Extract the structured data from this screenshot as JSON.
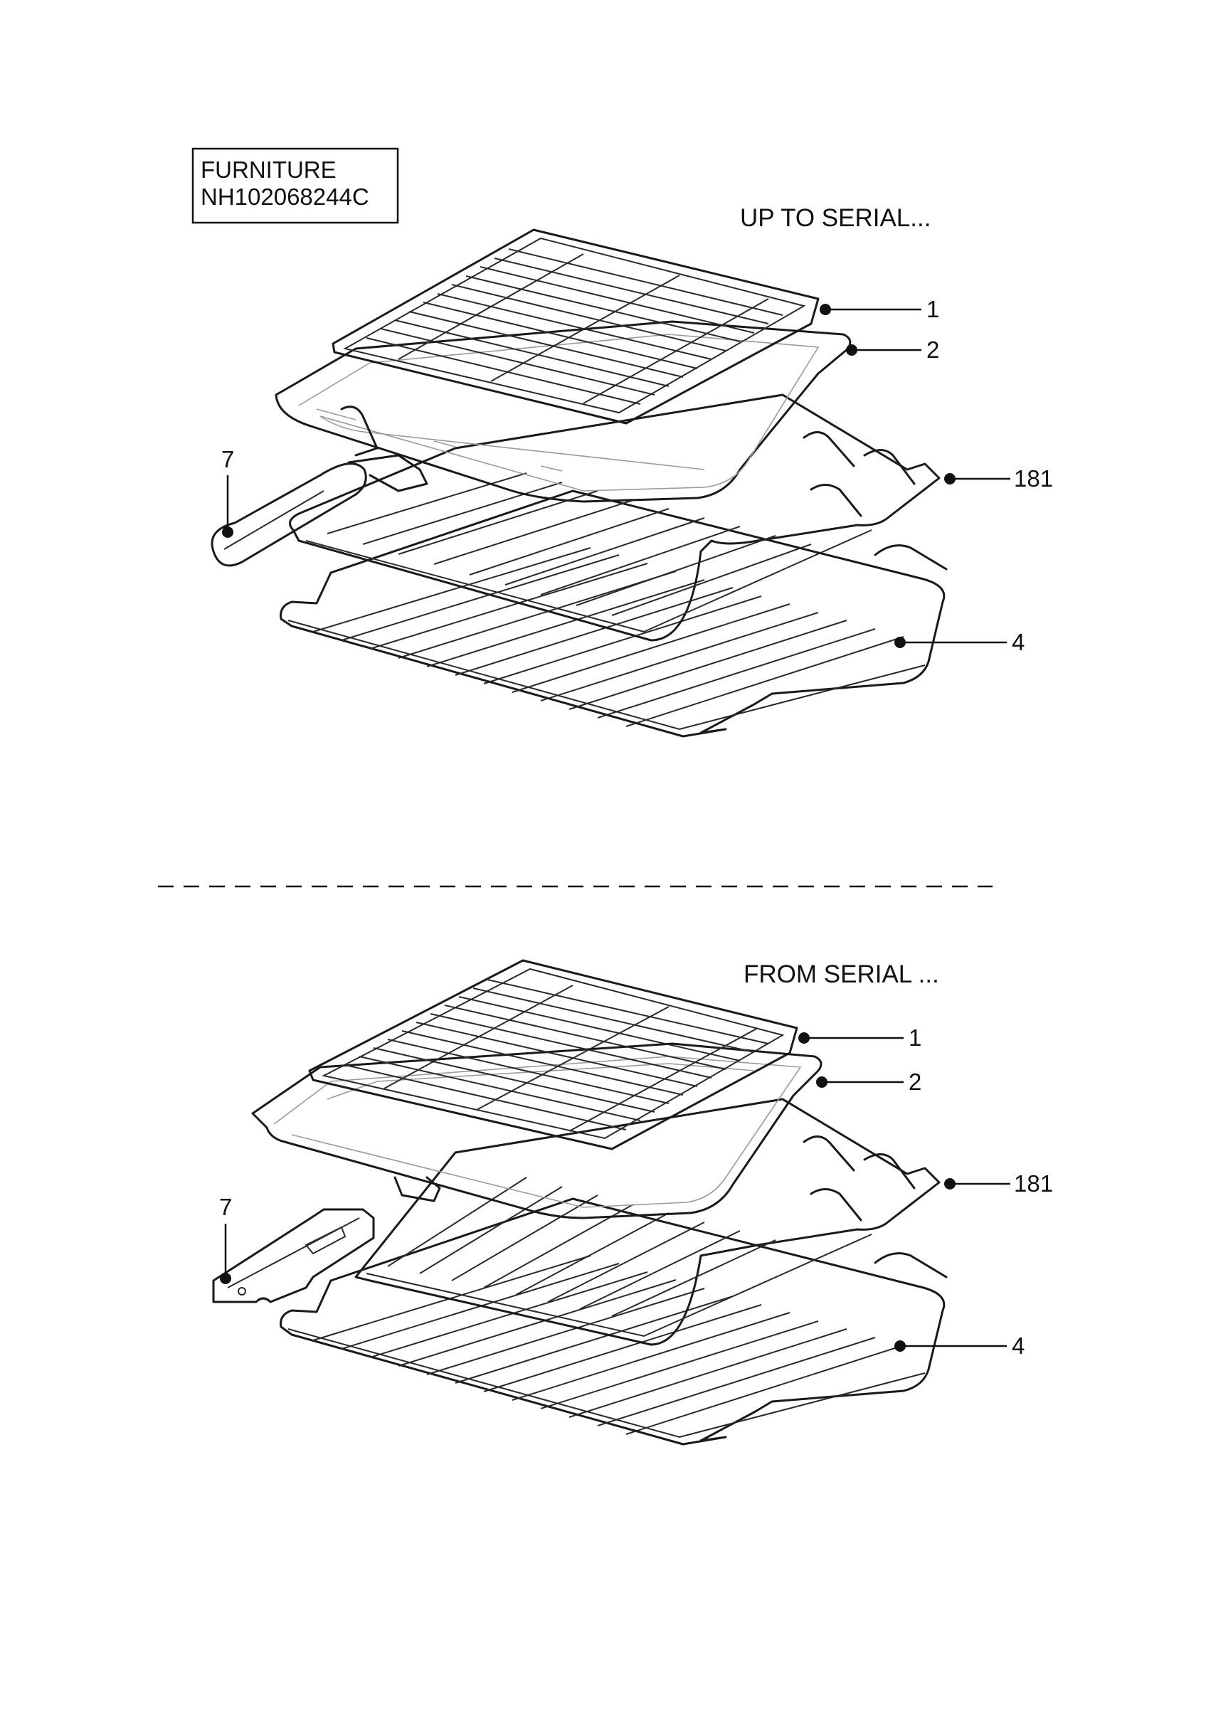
{
  "title_box": {
    "line1": "FURNITURE",
    "line2": "NH102068244C"
  },
  "sections": [
    {
      "heading": "UP TO SERIAL...",
      "callouts": {
        "rack": "1",
        "tray": "2",
        "runner": "181",
        "shelf": "4",
        "handle": "7"
      }
    },
    {
      "heading": "FROM SERIAL ...",
      "callouts": {
        "rack": "1",
        "tray": "2",
        "runner": "181",
        "shelf": "4",
        "handle": "7"
      }
    }
  ]
}
